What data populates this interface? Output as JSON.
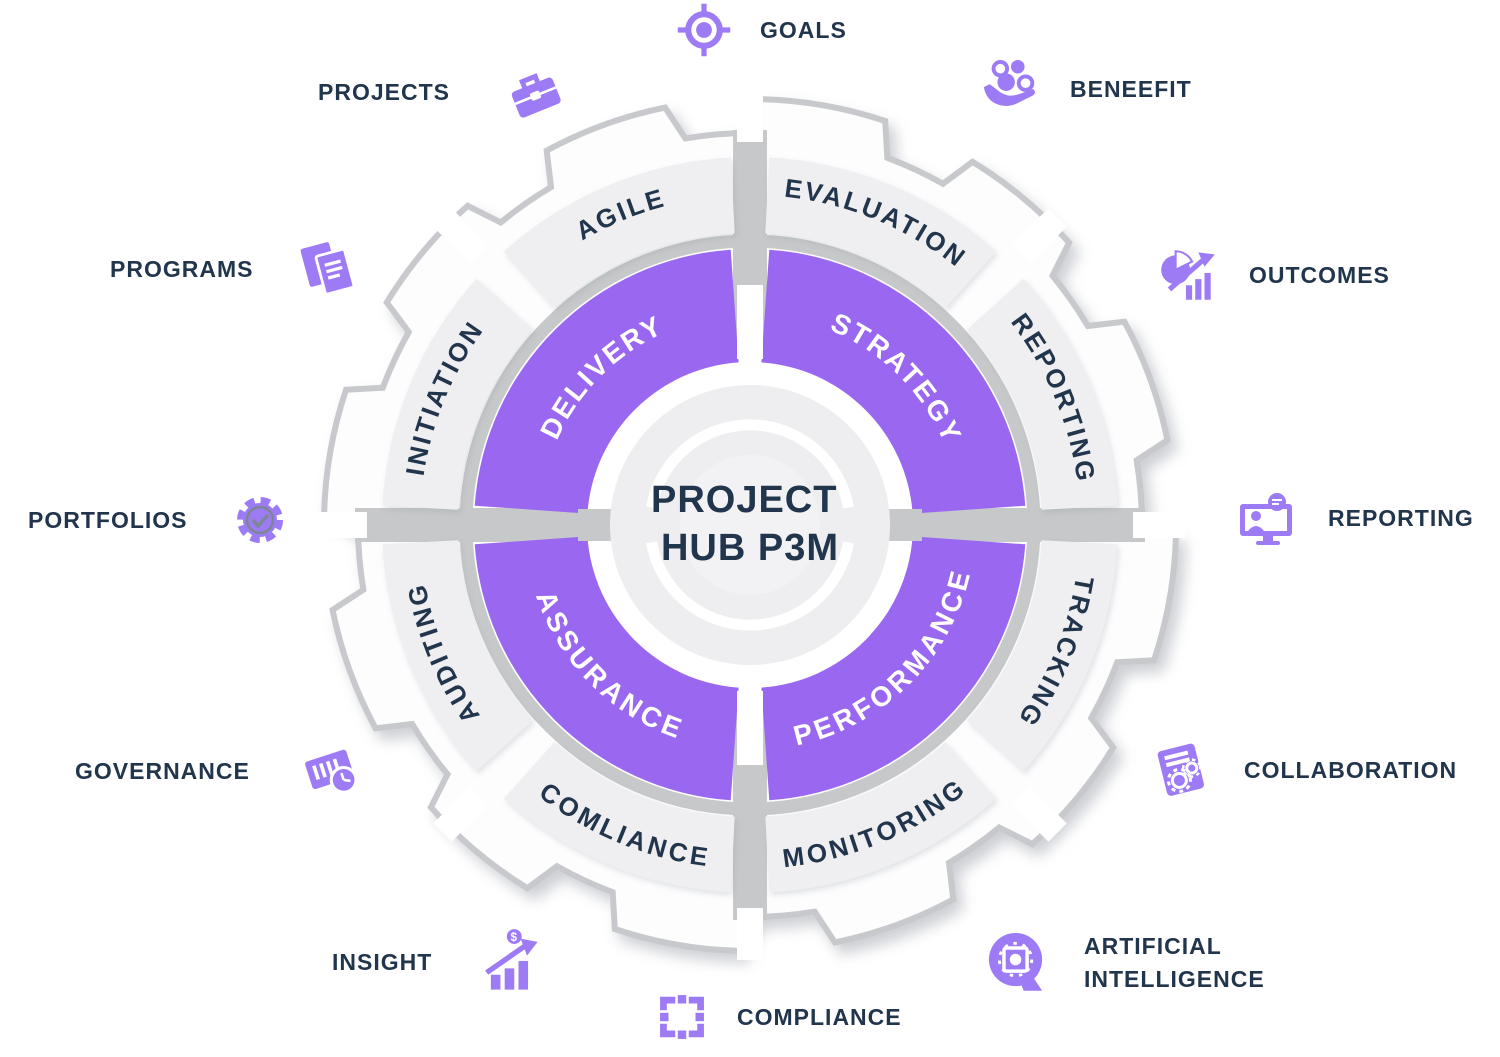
{
  "center": {
    "line1": "PROJECT",
    "line2": "HUB P3M"
  },
  "inner_ring": {
    "color": "#9a68f0",
    "segments": [
      {
        "label": "DELIVERY"
      },
      {
        "label": "STRATEGY"
      },
      {
        "label": "PERFORMANCE"
      },
      {
        "label": "ASSURANCE"
      }
    ]
  },
  "outer_ring": {
    "color": "#efeff1",
    "segments": [
      {
        "label": "AGILE"
      },
      {
        "label": "EVALUATION"
      },
      {
        "label": "REPORTING"
      },
      {
        "label": "TRACKING"
      },
      {
        "label": "MONITORING"
      },
      {
        "label": "COMLIANCE"
      },
      {
        "label": "AUDITING"
      },
      {
        "label": "INITIATION"
      }
    ]
  },
  "callouts": [
    {
      "label": "GOALS",
      "icon": "target-icon"
    },
    {
      "label": "BENEEFIT",
      "icon": "coins-hand-icon"
    },
    {
      "label": "OUTCOMES",
      "icon": "pie-growth-icon"
    },
    {
      "label": "REPORTING",
      "icon": "presenter-screen-icon"
    },
    {
      "label": "COLLABORATION",
      "icon": "document-gears-icon"
    },
    {
      "label": "ARTIFICIAL INTELLIGENCE",
      "icon": "ai-head-icon"
    },
    {
      "label": "COMPLIANCE",
      "icon": "frame-icon"
    },
    {
      "label": "INSIGHT",
      "icon": "growth-dollar-icon"
    },
    {
      "label": "GOVERNANCE",
      "icon": "ledger-clock-icon"
    },
    {
      "label": "PORTFOLIOS",
      "icon": "gear-check-icon"
    },
    {
      "label": "PROGRAMS",
      "icon": "documents-icon"
    },
    {
      "label": "PROJECTS",
      "icon": "briefcase-icon"
    }
  ],
  "colors": {
    "purple": "#9a68f0",
    "icon_purple": "#9d7bf5",
    "navy": "#21354c",
    "segment_gray": "#efeff1",
    "spoke_gray": "#c6c8ca",
    "center_gray": "#eeeef0"
  }
}
